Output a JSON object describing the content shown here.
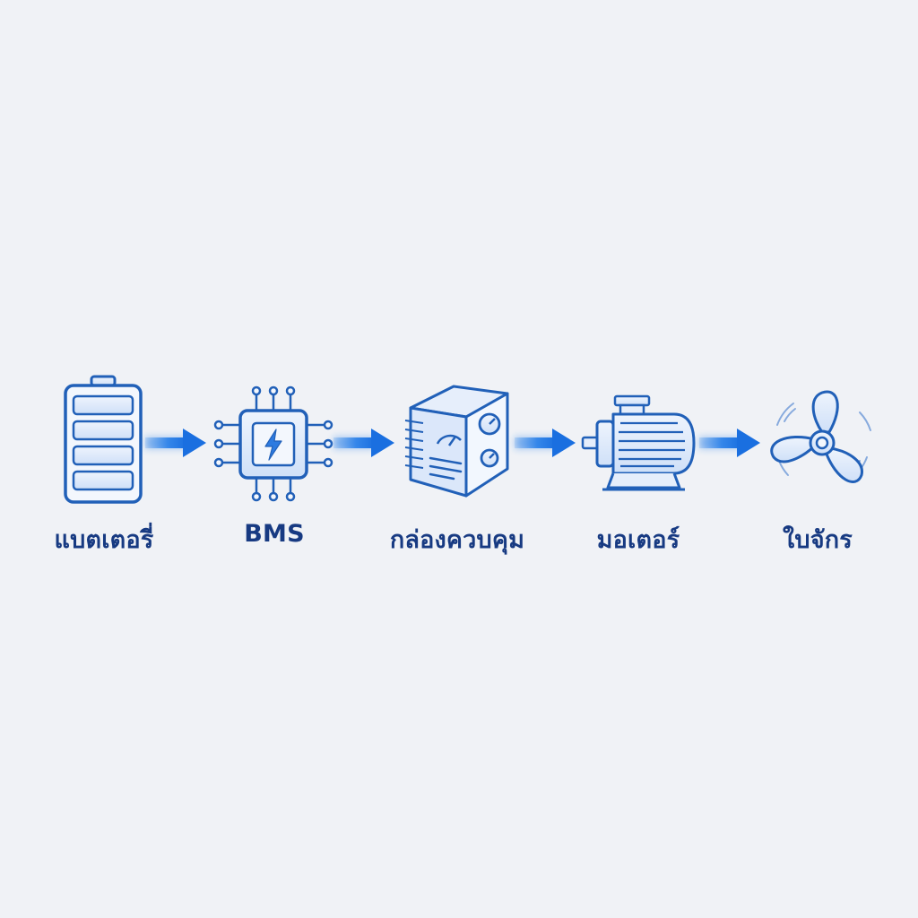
{
  "colors": {
    "background": "#f0f2f6",
    "icon_stroke": "#2160b8",
    "icon_fill": "#dbe8fb",
    "arrow": "#1f7ae8",
    "label": "#173a82"
  },
  "flow": {
    "steps": [
      {
        "label": "แบตเตอรี่",
        "icon": "battery-icon"
      },
      {
        "label": "BMS",
        "icon": "chip-icon"
      },
      {
        "label": "กล่องควบคุม",
        "icon": "controller-box-icon"
      },
      {
        "label": "มอเตอร์",
        "icon": "motor-icon"
      },
      {
        "label": "ใบจักร",
        "icon": "propeller-icon"
      }
    ],
    "connector": "arrow-right-icon"
  }
}
